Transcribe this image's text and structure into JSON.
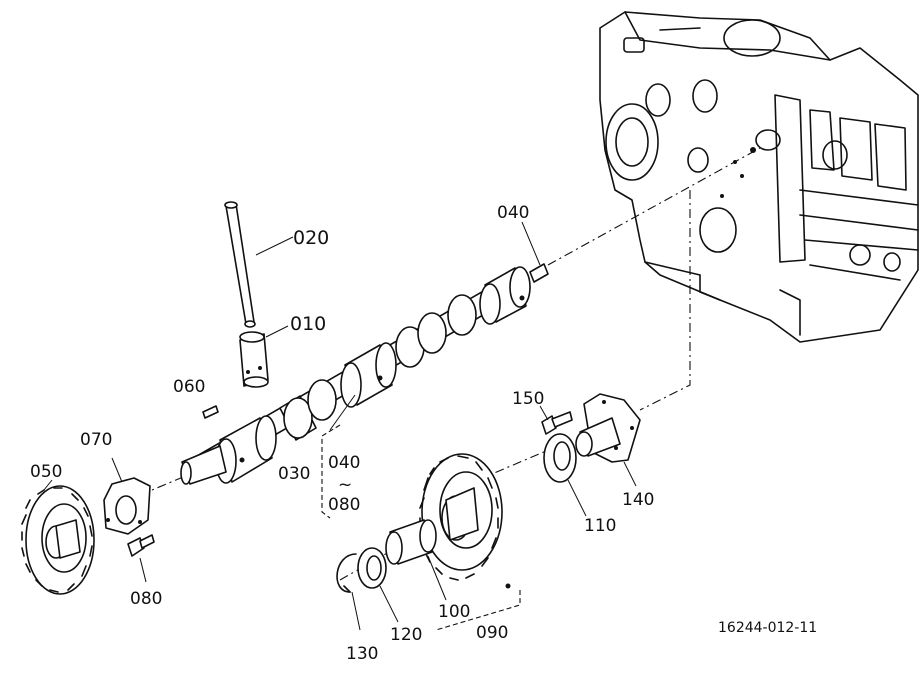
{
  "diagram": {
    "labels": {
      "p010": "010",
      "p020": "020",
      "p030": "030",
      "p040_top": "040",
      "p040_mid": "040",
      "p050": "050",
      "p060": "060",
      "p070": "070",
      "p080_mid": "080",
      "p080_low": "080",
      "p090": "090",
      "p100": "100",
      "p110": "110",
      "p120": "120",
      "p130": "130",
      "p140": "140",
      "p150": "150",
      "tilde": "~"
    },
    "reference_number": "16244-012-11"
  }
}
